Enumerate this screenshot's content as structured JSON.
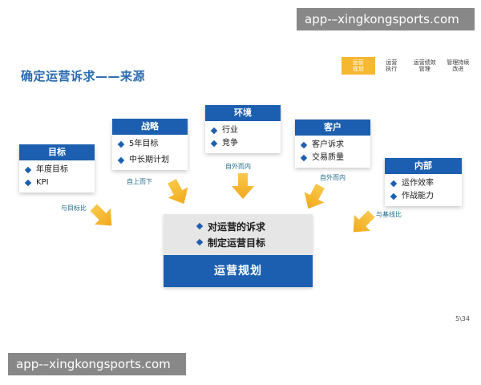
{
  "watermark": {
    "text": "app-–xingkongsports.com"
  },
  "title": "确定运营诉求——来源",
  "stage_nav": [
    {
      "lines": [
        "运营",
        "规划"
      ],
      "active": true
    },
    {
      "lines": [
        "运营",
        "执行"
      ],
      "active": false
    },
    {
      "lines": [
        "运营绩效",
        "管理"
      ],
      "active": false
    },
    {
      "lines": [
        "管理持续",
        "改进"
      ],
      "active": false
    }
  ],
  "sources": {
    "target": {
      "title": "目标",
      "items": [
        "年度目标",
        "KPI"
      ]
    },
    "strategy": {
      "title": "战略",
      "items": [
        "5年目标",
        "中长期计划"
      ]
    },
    "environment": {
      "title": "环境",
      "items": [
        "行业",
        "竞争"
      ]
    },
    "client": {
      "title": "客户",
      "items": [
        "客户诉求",
        "交易质量"
      ]
    },
    "internal": {
      "title": "内部",
      "items": [
        "运作效率",
        "作战能力"
      ]
    }
  },
  "flow_labels": {
    "compare_target": "与目标比",
    "top_down": "自上而下",
    "outside_in_1": "自外而内",
    "outside_in_2": "自外而内",
    "compare_baseline": "与基线比"
  },
  "center": {
    "items": [
      "对运营的诉求",
      "制定运营目标"
    ],
    "plan": "运营规划"
  },
  "page_number": "5\\34",
  "colors": {
    "primary_blue": "#1c5fb0",
    "arrow_yellow": "#f6b731",
    "title_blue": "#2a6ab0"
  }
}
